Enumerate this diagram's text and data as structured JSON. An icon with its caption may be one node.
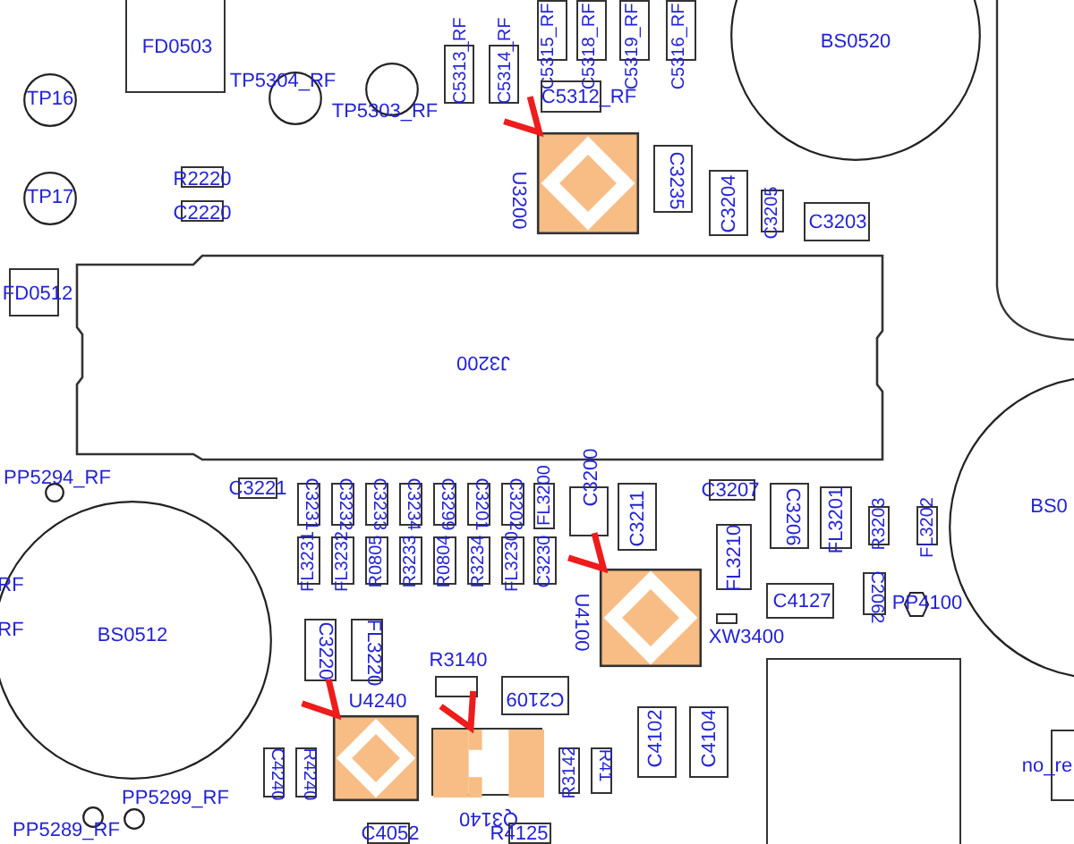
{
  "diagram": {
    "nodes": [
      {
        "text": [
          "FD0503"
        ]
      },
      {
        "text": [
          "C5313_RF"
        ]
      },
      {
        "text": [
          "C5314_RF"
        ]
      },
      {
        "text": [
          "C5315_RF"
        ]
      },
      {
        "text": [
          "C5318_RF"
        ]
      },
      {
        "text": [
          "C5319_RF"
        ]
      },
      {
        "text": [
          "C5316_RF"
        ]
      },
      {
        "text": [
          "TP5304_RF"
        ]
      },
      {
        "text": [
          "TP5303_RF"
        ]
      },
      {
        "text": [
          "C5312_RF"
        ]
      },
      {
        "text": [
          "TP16"
        ]
      },
      {
        "text": [
          "TP17"
        ]
      },
      {
        "text": [
          "R2220"
        ]
      },
      {
        "text": [
          "C2220"
        ]
      },
      {
        "text": [
          "U3200"
        ]
      },
      {
        "text": [
          "C3235"
        ]
      },
      {
        "text": [
          "C3204"
        ]
      },
      {
        "text": [
          "C3205"
        ]
      },
      {
        "text": [
          "C3203"
        ]
      },
      {
        "text": [
          "BS0520"
        ]
      },
      {
        "text": [
          "FD0512"
        ]
      },
      {
        "text": [
          "J3200"
        ]
      },
      {
        "text": [
          "BS0"
        ]
      },
      {
        "text": [
          "PP5294_RF"
        ]
      },
      {
        "text": [
          "C3221"
        ]
      },
      {
        "text": [
          "C3231"
        ]
      },
      {
        "text": [
          "C3232"
        ]
      },
      {
        "text": [
          "C3233"
        ]
      },
      {
        "text": [
          "C3234"
        ]
      },
      {
        "text": [
          "C3299"
        ]
      },
      {
        "text": [
          "C3201"
        ]
      },
      {
        "text": [
          "C3202"
        ]
      },
      {
        "text": [
          "FL3200"
        ]
      },
      {
        "text": [
          "FL3231"
        ]
      },
      {
        "text": [
          "FL3232"
        ]
      },
      {
        "text": [
          "R0805"
        ]
      },
      {
        "text": [
          "R3233"
        ]
      },
      {
        "text": [
          "R0804"
        ]
      },
      {
        "text": [
          "R3234"
        ]
      },
      {
        "text": [
          "FL3230"
        ]
      },
      {
        "text": [
          "C3230"
        ]
      },
      {
        "text": [
          "C3200"
        ]
      },
      {
        "text": [
          "C3211"
        ]
      },
      {
        "text": [
          "C3207"
        ]
      },
      {
        "text": [
          "C3206"
        ]
      },
      {
        "text": [
          "FL3201"
        ]
      },
      {
        "text": [
          "R3203"
        ]
      },
      {
        "text": [
          "FL3202"
        ]
      },
      {
        "text": [
          "FL3210"
        ]
      },
      {
        "text": [
          "U4100"
        ]
      },
      {
        "text": [
          "C4127"
        ]
      },
      {
        "text": [
          "C2062"
        ]
      },
      {
        "text": [
          "PP4100"
        ]
      },
      {
        "text": [
          "XW3400"
        ]
      },
      {
        "text": [
          "C3220"
        ]
      },
      {
        "text": [
          "FL3220"
        ]
      },
      {
        "text": [
          "BS0512"
        ]
      },
      {
        "text": [
          "R3140"
        ]
      },
      {
        "text": [
          "C2109"
        ]
      },
      {
        "text": [
          "U4240"
        ]
      },
      {
        "text": [
          "C4240"
        ]
      },
      {
        "text": [
          "R4240"
        ]
      },
      {
        "text": [
          "Q3140"
        ]
      },
      {
        "text": [
          "R3142"
        ]
      },
      {
        "text": [
          "R41"
        ]
      },
      {
        "text": [
          "C4102"
        ]
      },
      {
        "text": [
          "C4104"
        ]
      },
      {
        "text": [],
        "shape": "box"
      },
      {
        "text": [
          "no_re"
        ]
      },
      {
        "text": [
          "PP5299_RF"
        ]
      },
      {
        "text": [
          "PP5289_RF"
        ]
      },
      {
        "text": [
          "C4052"
        ]
      },
      {
        "text": [
          "R4125"
        ]
      }
    ],
    "edges": [
      {
        "from": null,
        "to": 14,
        "arrow": "to"
      },
      {
        "from": null,
        "to": 49,
        "arrow": "to"
      },
      {
        "from": null,
        "to": 59,
        "arrow": "to"
      },
      {
        "from": null,
        "to": 62,
        "arrow": "to"
      }
    ],
    "labels": [
      "RF",
      "RF"
    ]
  }
}
